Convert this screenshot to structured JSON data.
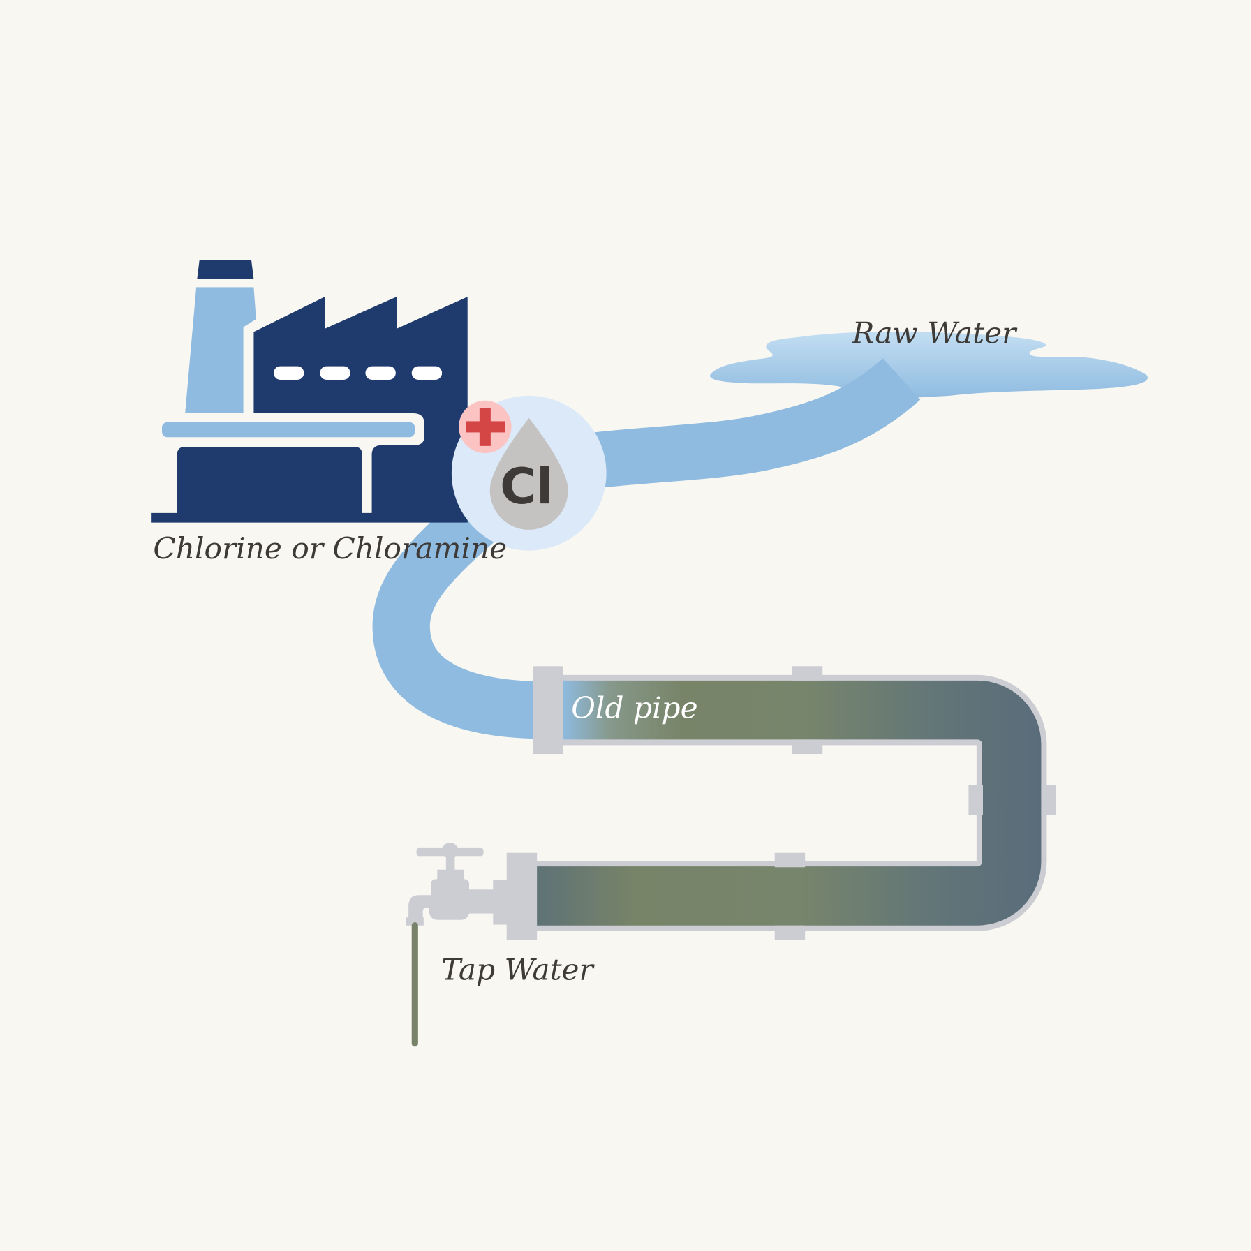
{
  "labels": {
    "raw_water": "Raw Water",
    "treatment": "Chlorine or Chloramine",
    "old_pipe": "Old pipe",
    "tap_water": "Tap Water",
    "chlorine_symbol": "Cl"
  },
  "icons": [
    "factory-icon",
    "plus-icon",
    "water-drop-icon",
    "faucet-icon"
  ],
  "colors": {
    "background": "#f9f7f2",
    "factory_dark": "#1f3b6e",
    "water_blue": "#8fbbe0",
    "circle_bg": "#dbe9f8",
    "plus_bg": "#fcc3c3",
    "plus_red": "#d44545",
    "drop_gray": "#c4c3c1",
    "pipe_gray": "#cccdd3",
    "pipe_olive": "#788468",
    "pipe_slate": "#5a6c7a",
    "text": "#3d3a38"
  }
}
